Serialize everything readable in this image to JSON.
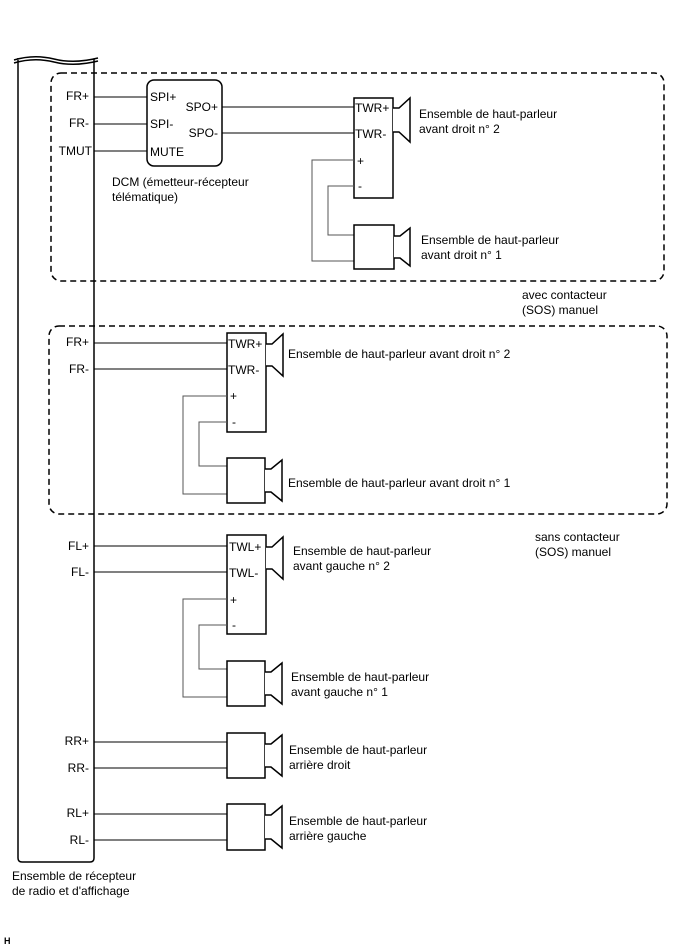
{
  "radio": {
    "label_line1": "Ensemble de récepteur",
    "label_line2": "de radio et d'affichage",
    "pins_sos": [
      "FR+",
      "FR-",
      "TMUT"
    ],
    "pins_nosos": [
      "FR+",
      "FR-"
    ],
    "pins_fl": [
      "FL+",
      "FL-"
    ],
    "pins_rr": [
      "RR+",
      "RR-"
    ],
    "pins_rl": [
      "RL+",
      "RL-"
    ]
  },
  "dcm": {
    "inputs": [
      "SPI+",
      "SPI-",
      "MUTE"
    ],
    "outputs": [
      "SPO+",
      "SPO-"
    ],
    "label_line1": "DCM (émetteur-récepteur",
    "label_line2": "télématique)"
  },
  "sos_section": {
    "label_line1": "avec contacteur",
    "label_line2": "(SOS) manuel",
    "tweeter_pins": [
      "TWR+",
      "TWR-",
      "+",
      "-"
    ],
    "spk2_line1": "Ensemble de haut-parleur",
    "spk2_line2": "avant droit n° 2",
    "spk1_line1": "Ensemble de haut-parleur",
    "spk1_line2": "avant droit n° 1"
  },
  "nosos_section": {
    "label_line1": "sans contacteur",
    "label_line2": "(SOS) manuel",
    "tweeter_pins": [
      "TWR+",
      "TWR-",
      "+",
      "-"
    ],
    "spk2_label": "Ensemble de haut-parleur avant droit n° 2",
    "spk1_label": "Ensemble de haut-parleur avant droit n° 1"
  },
  "front_left": {
    "tweeter_pins": [
      "TWL+",
      "TWL-",
      "+",
      "-"
    ],
    "spk2_line1": "Ensemble de haut-parleur",
    "spk2_line2": "avant gauche n° 2",
    "spk1_line1": "Ensemble de haut-parleur",
    "spk1_line2": "avant gauche n° 1"
  },
  "rear_right": {
    "line1": "Ensemble de haut-parleur",
    "line2": "arrière droit"
  },
  "rear_left": {
    "line1": "Ensemble de haut-parleur",
    "line2": "arrière gauche"
  },
  "footer_mark": "H"
}
